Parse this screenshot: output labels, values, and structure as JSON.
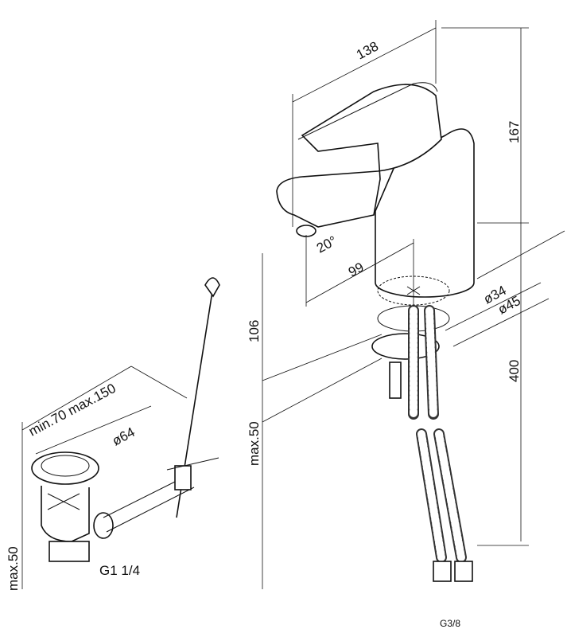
{
  "dimensions": {
    "faucet_depth": "138",
    "faucet_height": "167",
    "spout_angle": "20°",
    "spout_reach": "99",
    "base_diameter_inner": "ø34",
    "base_diameter_outer": "ø45",
    "spout_clearance": "106",
    "hose_length": "400",
    "max_counter_thickness": "max.50",
    "drain_rod_range": "min.70 max.150",
    "drain_diameter": "ø64",
    "drain_max_thickness": "max.50",
    "drain_thread": "G1 1/4",
    "hose_thread": "G3/8"
  },
  "colors": {
    "line": "#111111",
    "background": "#ffffff"
  }
}
